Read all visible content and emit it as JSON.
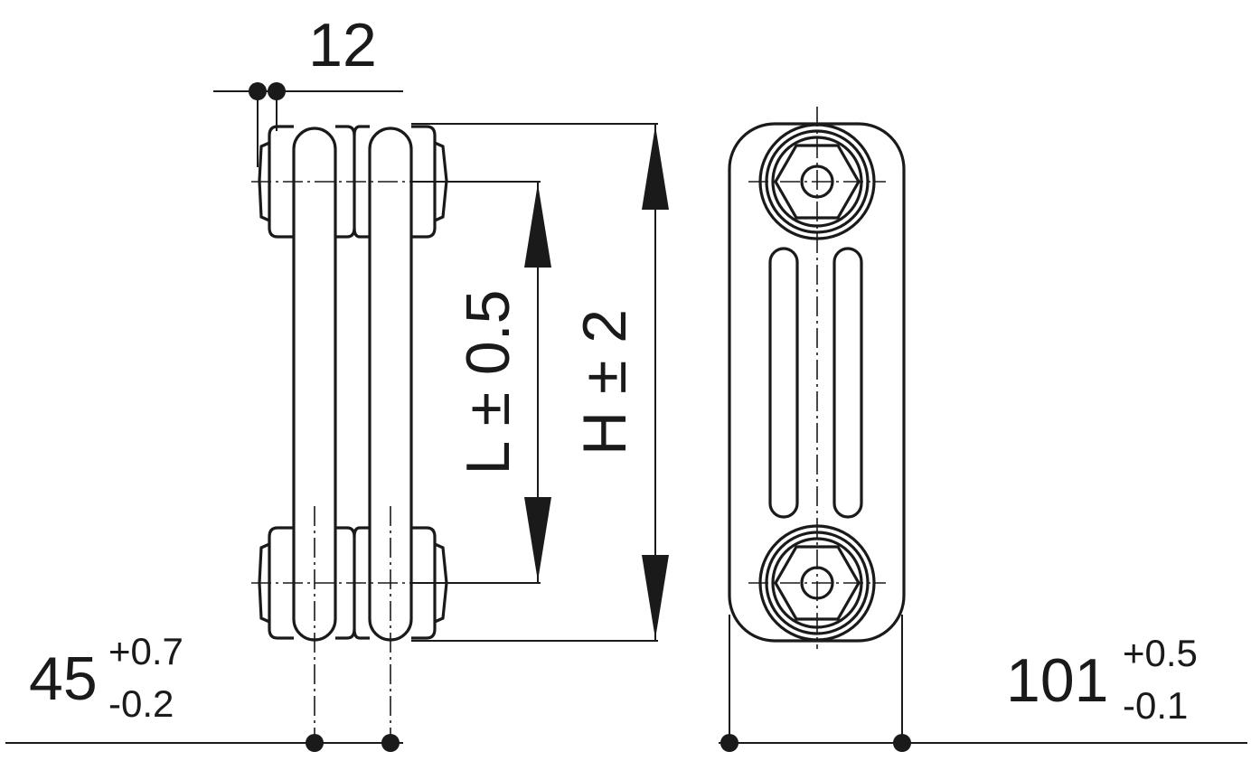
{
  "dimensions": {
    "top_spacing": "12",
    "length_label": "L ± 0.5",
    "height_label": "H ± 2",
    "depth_left": {
      "value": "45",
      "upper_tol": "+0.7",
      "lower_tol": "-0.2"
    },
    "depth_right": {
      "value": "101",
      "upper_tol": "+0.5",
      "lower_tol": "-0.1"
    }
  },
  "colors": {
    "line": "#1a1a1a",
    "background": "#ffffff"
  }
}
